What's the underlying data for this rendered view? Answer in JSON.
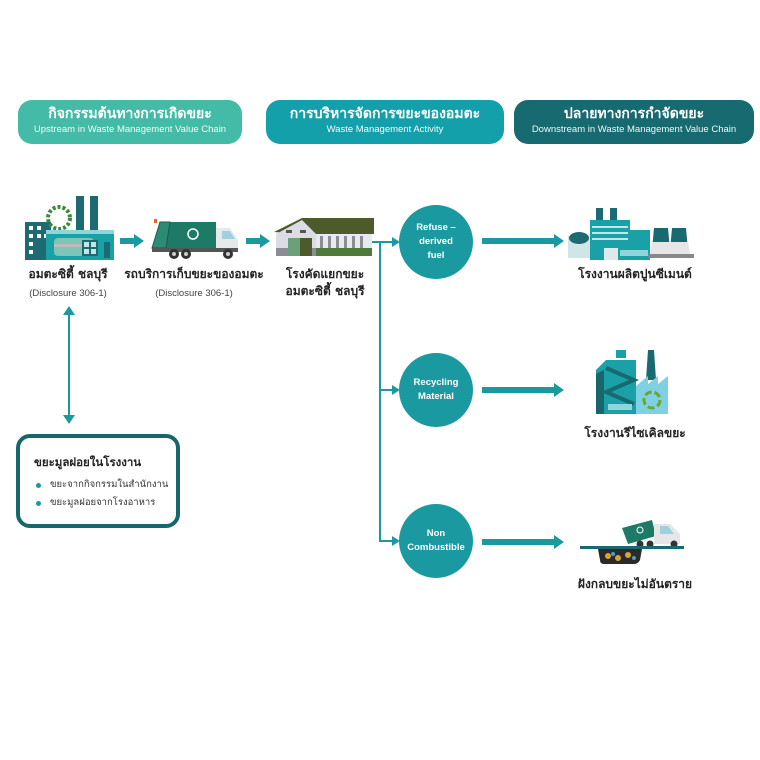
{
  "colors": {
    "upstream": "#44bba6",
    "activity": "#14a0ab",
    "downstream": "#176a70",
    "flow": "#1a9aa0"
  },
  "headers": [
    {
      "th": "กิจกรรมต้นทางการเกิดขยะ",
      "en": "Upstream in Waste Management Value Chain"
    },
    {
      "th": "การบริหารจัดการขยะของอมตะ",
      "en": "Waste Management Activity"
    },
    {
      "th": "ปลายทางการกำจัดขยะ",
      "en": "Downstream in Waste Management Value Chain"
    }
  ],
  "nodes": {
    "factory": {
      "icon": "factory-icon",
      "label": "อมตะซิตี้ ชลบุรี",
      "sub": "(Disclosure 306-1)"
    },
    "truck": {
      "icon": "garbage-truck-icon",
      "label": "รถบริการเก็บขยะของอมตะ",
      "sub": "(Disclosure 306-1)"
    },
    "sorting": {
      "icon": "warehouse-icon",
      "label_line1": "โรงคัดแยกขยะ",
      "label_line2": "อมตะซิตี้ ชลบุรี"
    }
  },
  "categories": [
    {
      "line1": "Refuse –",
      "line2": "derived",
      "line3": "fuel",
      "destination": "โรงงานผลิตปูนซีเมนต์",
      "dest_icon": "cement-plant-icon"
    },
    {
      "line1": "Recycling",
      "line2": "Material",
      "destination": "โรงงานรีไซเคิลขยะ",
      "dest_icon": "recycling-plant-icon"
    },
    {
      "line1": "Non",
      "line2": "Combustible",
      "destination": "ฝังกลบขยะไม่อันตราย",
      "dest_icon": "landfill-icon"
    }
  ],
  "in_plant_waste": {
    "title": "ขยะมูลฝอยในโรงงาน",
    "items": [
      "ขยะจากกิจกรรมในสำนักงาน",
      "ขยะมูลฝอยจากโรงอาหาร"
    ]
  }
}
